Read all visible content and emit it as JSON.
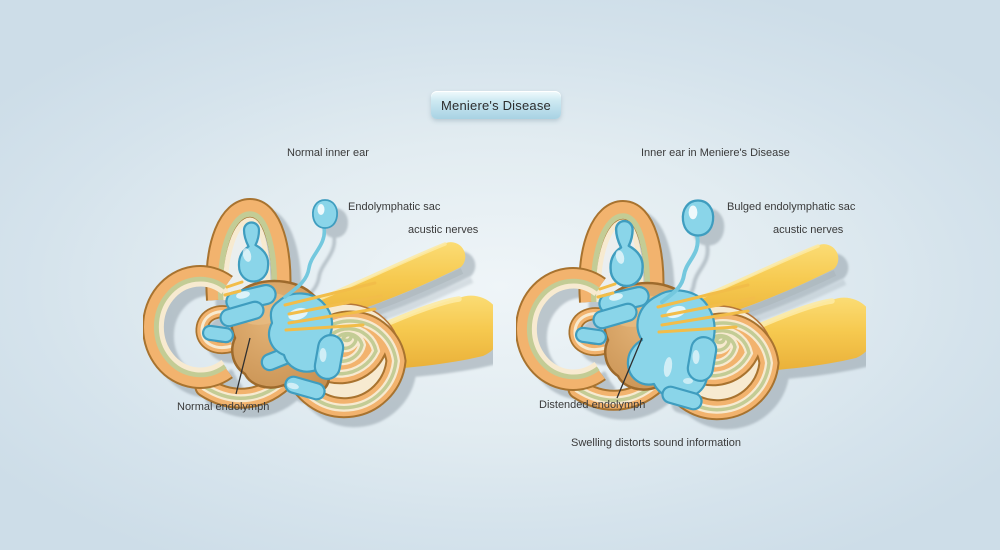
{
  "title": "Meniere's Disease",
  "panels": {
    "normal": {
      "heading": "Normal inner ear",
      "sac_label": "Endolymphatic sac",
      "nerves_label": "acustic nerves",
      "endolymph_label": "Normal endolymph"
    },
    "meniere": {
      "heading": "Inner ear in Meniere's Disease",
      "sac_label": "Bulged endolymphatic sac",
      "nerves_label": "acustic nerves",
      "endolymph_label": "Distended endolymph",
      "note": "Swelling distorts sound information"
    }
  },
  "colors": {
    "background_center": "#eff5f8",
    "background_edge": "#cddde8",
    "outline_brown": "#a8732f",
    "canal_peach": "#f2b36e",
    "canal_green": "#c3cc95",
    "canal_cream": "#f7ead0",
    "nerve_yellow_dark": "#e9af38",
    "nerve_yellow": "#f6c94f",
    "nerve_yellow_light": "#fbdc74",
    "nerve_highlight": "#fdeaa2",
    "fiber_yellow": "#f2bd49",
    "endolymph_blue": "#8ad5e9",
    "endolymph_blue_stroke": "#3f9dbf",
    "stalk_blue": "#74c8de",
    "vestibule_tan": "#cf9b60",
    "vestibule_stroke": "#9d6a2c",
    "shadow_gray": "#94a1aa",
    "text": "#3a3a3a"
  }
}
